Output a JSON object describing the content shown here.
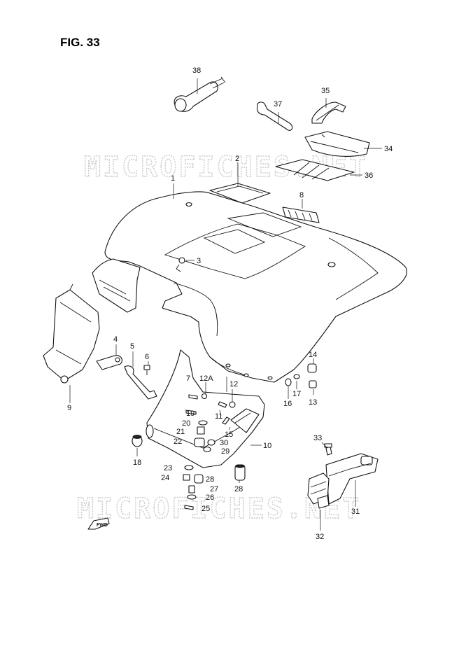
{
  "figure": {
    "title": "FIG. 33"
  },
  "watermark": {
    "text": "MICROFICHES.NET"
  },
  "fwd_arrow": {
    "label": "FWD"
  },
  "parts": [
    {
      "id": "p1",
      "num": "1"
    },
    {
      "id": "p2",
      "num": "2"
    },
    {
      "id": "p3",
      "num": "3"
    },
    {
      "id": "p4",
      "num": "4"
    },
    {
      "id": "p5",
      "num": "5"
    },
    {
      "id": "p6",
      "num": "6"
    },
    {
      "id": "p7",
      "num": "7"
    },
    {
      "id": "p8",
      "num": "8"
    },
    {
      "id": "p9",
      "num": "9"
    },
    {
      "id": "p10",
      "num": "10"
    },
    {
      "id": "p11",
      "num": "11"
    },
    {
      "id": "p12",
      "num": "12"
    },
    {
      "id": "p12a",
      "num": "12A"
    },
    {
      "id": "p13",
      "num": "13"
    },
    {
      "id": "p14",
      "num": "14"
    },
    {
      "id": "p15",
      "num": "15"
    },
    {
      "id": "p16",
      "num": "16"
    },
    {
      "id": "p17",
      "num": "17"
    },
    {
      "id": "p18",
      "num": "18"
    },
    {
      "id": "p19",
      "num": "19"
    },
    {
      "id": "p20",
      "num": "20"
    },
    {
      "id": "p21",
      "num": "21"
    },
    {
      "id": "p22",
      "num": "22"
    },
    {
      "id": "p23",
      "num": "23"
    },
    {
      "id": "p24",
      "num": "24"
    },
    {
      "id": "p25",
      "num": "25"
    },
    {
      "id": "p26",
      "num": "26"
    },
    {
      "id": "p27",
      "num": "27"
    },
    {
      "id": "p28a",
      "num": "28"
    },
    {
      "id": "p28b",
      "num": "28"
    },
    {
      "id": "p29",
      "num": "29"
    },
    {
      "id": "p30",
      "num": "30"
    },
    {
      "id": "p31",
      "num": "31"
    },
    {
      "id": "p32",
      "num": "32"
    },
    {
      "id": "p33",
      "num": "33"
    },
    {
      "id": "p34",
      "num": "34"
    },
    {
      "id": "p35",
      "num": "35"
    },
    {
      "id": "p36",
      "num": "36"
    },
    {
      "id": "p37",
      "num": "37"
    },
    {
      "id": "p38",
      "num": "38"
    }
  ]
}
